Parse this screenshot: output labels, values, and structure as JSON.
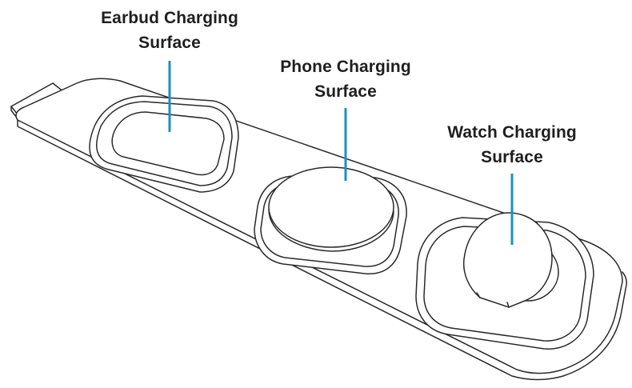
{
  "labels": {
    "earbud": {
      "line1": "Earbud Charging",
      "line2": "Surface"
    },
    "phone": {
      "line1": "Phone Charging",
      "line2": "Surface"
    },
    "watch": {
      "line1": "Watch Charging",
      "line2": "Surface"
    }
  },
  "colors": {
    "leader_line": "#1a8fc9",
    "outline": "#2a2a2a",
    "text": "#1f1f1f",
    "background": "#ffffff"
  }
}
